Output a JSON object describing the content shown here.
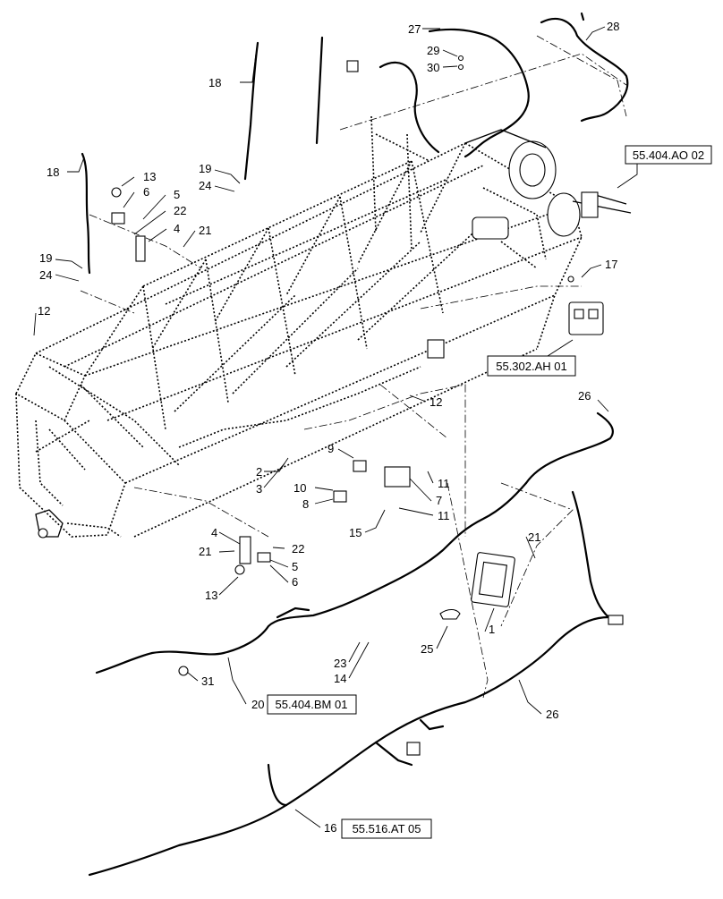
{
  "diagram": {
    "callouts": {
      "c1": "1",
      "c2": "2",
      "c3": "3",
      "c4a": "4",
      "c4b": "4",
      "c5a": "5",
      "c5b": "5",
      "c6a": "6",
      "c6b": "6",
      "c7": "7",
      "c8": "8",
      "c9": "9",
      "c10": "10",
      "c11a": "11",
      "c11b": "11",
      "c12a": "12",
      "c12b": "12",
      "c13a": "13",
      "c13b": "13",
      "c14": "14",
      "c15": "15",
      "c16": "16",
      "c17": "17",
      "c18a": "18",
      "c18b": "18",
      "c19a": "19",
      "c19b": "19",
      "c20": "20",
      "c21a": "21",
      "c21b": "21",
      "c21c": "21",
      "c22a": "22",
      "c22b": "22",
      "c23": "23",
      "c24a": "24",
      "c24b": "24",
      "c25": "25",
      "c26a": "26",
      "c26b": "26",
      "c27": "27",
      "c28": "28",
      "c29": "29",
      "c30": "30",
      "c31": "31"
    },
    "references": {
      "ref_ao": "55.404.AO 02",
      "ref_ah": "55.302.AH 01",
      "ref_bm": "55.404.BM 01",
      "ref_at": "55.516.AT 05"
    }
  }
}
